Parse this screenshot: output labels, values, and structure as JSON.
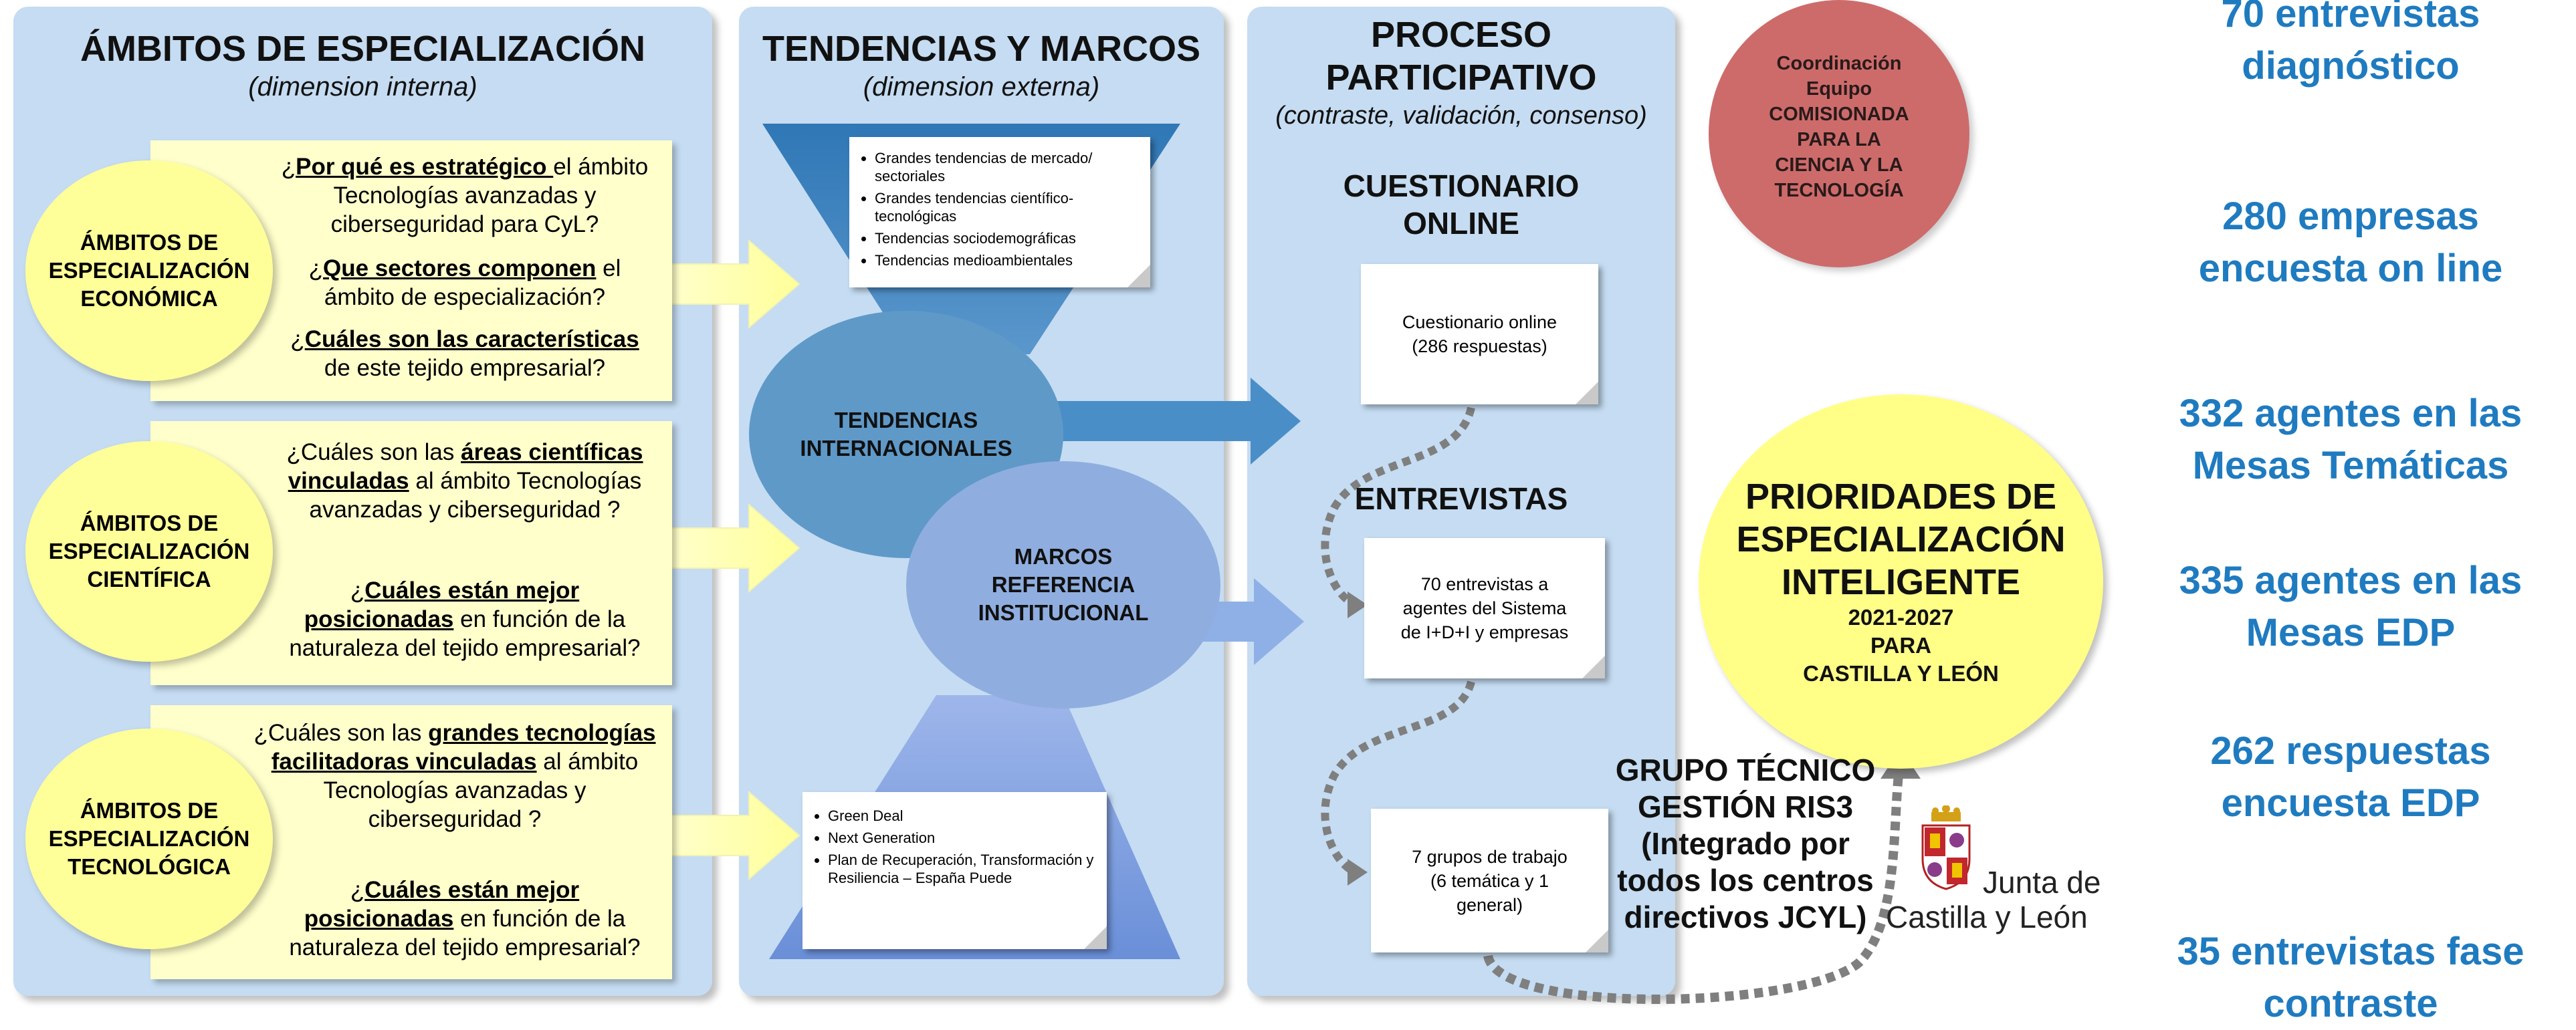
{
  "panels": {
    "ambitos": {
      "title": "ÁMBITOS DE ESPECIALIZACIÓN",
      "subtitle": "(dimension interna)"
    },
    "tendencias": {
      "title": "TENDENCIAS Y MARCOS",
      "subtitle": "(dimension externa)"
    },
    "proceso": {
      "title_line1": "PROCESO",
      "title_line2": "PARTICIPATIVO",
      "subtitle": "(contraste, validación, consenso)"
    }
  },
  "ambitos": [
    {
      "circle": [
        "ÁMBITOS DE",
        "ESPECIALIZACIÓN",
        "ECONÓMICA"
      ],
      "q1": {
        "a": "¿",
        "u": "Por qué es estratégico ",
        "b": "el ámbito Tecnologías avanzadas y ciberseguridad para CyL?"
      },
      "q2": {
        "a": "¿",
        "u": "Que sectores componen",
        "b": " el ámbito de especialización?"
      },
      "q3": {
        "a": "¿",
        "u": "Cuáles son las características",
        "b": " de este tejido empresarial?"
      }
    },
    {
      "circle": [
        "ÁMBITOS DE",
        "ESPECIALIZACIÓN",
        "CIENTÍFICA"
      ],
      "q1": {
        "a": "¿Cuáles son las ",
        "u": "áreas científicas vinculadas",
        "b": " al ámbito Tecnologías avanzadas y ciberseguridad ?"
      },
      "q2": {
        "a": "¿",
        "u": "Cuáles están mejor posicionadas",
        "b": " en función de la naturaleza del tejido empresarial?"
      }
    },
    {
      "circle": [
        "ÁMBITOS DE",
        "ESPECIALIZACIÓN",
        "TECNOLÓGICA"
      ],
      "q1": {
        "a": "¿Cuáles son las ",
        "u": "grandes tecnologías facilitadoras vinculadas",
        "b": " al ámbito Tecnologías avanzadas y ciberseguridad ?"
      },
      "q2": {
        "a": "¿",
        "u": "Cuáles están mejor posicionadas",
        "b": " en función de la naturaleza del tejido empresarial?"
      }
    }
  ],
  "tendencias": {
    "top_list": [
      "Grandes tendencias de mercado/ sectoriales",
      "Grandes tendencias científico-tecnológicas",
      "Tendencias sociodemográficas",
      "Tendencias medioambientales"
    ],
    "circle1": [
      "TENDENCIAS",
      "INTERNACIONALES"
    ],
    "circle2": [
      "MARCOS",
      "REFERENCIA",
      "INSTITUCIONAL"
    ],
    "bottom_list": [
      "Green Deal",
      "Next Generation",
      "Plan de Recuperación, Transformación y Resiliencia – España Puede"
    ]
  },
  "proceso": {
    "cuestionario_head": [
      "CUESTIONARIO",
      "ONLINE"
    ],
    "cuestionario_card": [
      "Cuestionario online",
      "(286 respuestas)"
    ],
    "entrevistas_head": "ENTREVISTAS",
    "entrevistas_card": [
      "70 entrevistas a",
      "agentes del Sistema",
      "de I+D+I y empresas"
    ],
    "grupos_card": [
      "7 grupos de trabajo",
      "(6 temática y 1",
      "general)"
    ]
  },
  "coordinacion": [
    "Coordinación",
    "Equipo",
    "COMISIONADA",
    "PARA LA",
    "CIENCIA Y LA",
    "TECNOLOGÍA"
  ],
  "prioridades": {
    "title": [
      "PRIORIDADES DE",
      "ESPECIALIZACIÓN",
      "INTELIGENTE"
    ],
    "years": "2021-2027",
    "para": "PARA",
    "region": "CASTILLA Y LEÓN"
  },
  "grupo_tecnico": [
    "GRUPO TÉCNICO",
    "GESTIÓN RIS3",
    "(Integrado por",
    "todos los centros",
    "directivos JCYL)"
  ],
  "junta": {
    "line1": "Junta de",
    "line2": "Castilla y León"
  },
  "stats": [
    [
      "70 entrevistas",
      "diagnóstico"
    ],
    [
      "280 empresas",
      "encuesta on line"
    ],
    [
      "332 agentes en las",
      "Mesas Temáticas"
    ],
    [
      "335  agentes en las",
      "Mesas EDP"
    ],
    [
      "262 respuestas",
      "encuesta EDP"
    ],
    [
      "35 entrevistas fase",
      "contraste"
    ]
  ],
  "colors": {
    "panel_bg": "#c5dcf2",
    "yellow": "#ffff99",
    "qbox": "#ffffcc",
    "stat_blue": "#1f7bc0",
    "coord_red": "#cd6b6b",
    "funnel_dark": "#3d7fba",
    "circle_mid": "#5f99c8",
    "circle_light": "#8faedf"
  }
}
